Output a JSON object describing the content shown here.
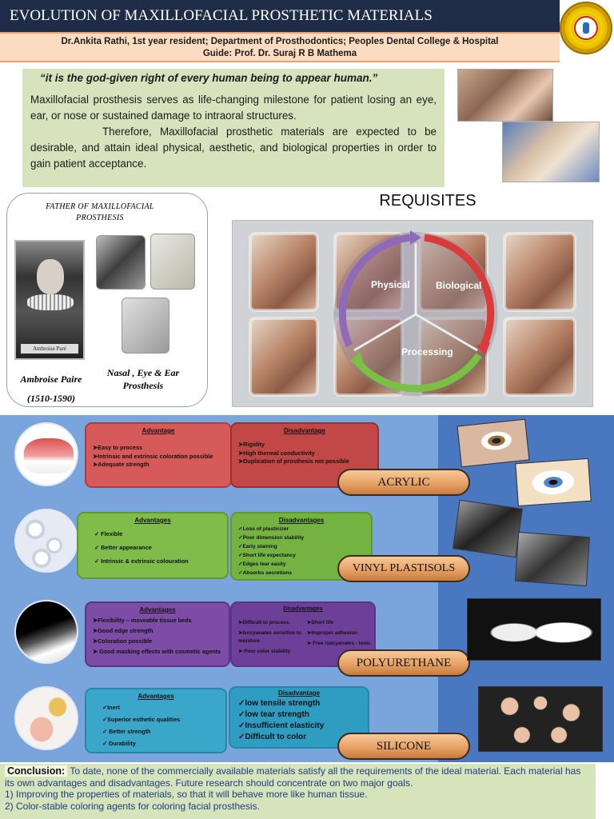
{
  "header": {
    "title": "EVOLUTION OF MAXILLOFACIAL PROSTHETIC MATERIALS",
    "authors_line": "Dr.Ankita Rathi, 1st year resident; Department of Prosthodontics; Peoples Dental College & Hospital",
    "guide_line": "Guide: Prof. Dr. Suraj R B Mathema"
  },
  "intro": {
    "quote": "“it is the god-given right of every human being to appear human.”",
    "paragraph1": "Maxillofacial prosthesis serves as life-changing milestone for patient losing an eye, ear, or nose or sustained damage to intraoral structures.",
    "paragraph2": "Therefore, Maxillofacial prosthetic materials are expected to be desirable, and attain ideal physical, aesthetic, and biological properties in order to gain patient acceptance."
  },
  "father": {
    "title": "FATHER OF MAXILLOFACIAL PROSTHESIS",
    "portrait_caption": "Ambroise Paré",
    "name": "Ambroise Paire",
    "years": "(1510-1590)",
    "prosthesis_caption": "Nasal , Eye & Ear Prosthesis"
  },
  "requisites": {
    "title": "REQUISITES",
    "physical": "Physical",
    "biological": "Biological",
    "processing": "Processing",
    "colors": {
      "physical": "#8e6ab8",
      "biological": "#d93a3a",
      "processing": "#7ac143"
    }
  },
  "materials": [
    {
      "name": "ACRYLIC",
      "adv_title": "Advantage",
      "advantages": [
        "Easy to process",
        "Intrinsic and extrinsic coloration possible",
        "Adequate strength"
      ],
      "dis_title": "Disadvantage",
      "disadvantages": [
        "Rigidity",
        "High thermal conductivity",
        "Duplication of prosthesis not possible"
      ]
    },
    {
      "name": "VINYL PLASTISOLS",
      "adv_title": "Advantages",
      "advantages": [
        "Flexible",
        "Better appearance",
        "Intrinsic & extrinsic colouration"
      ],
      "dis_title": "Disadvantages",
      "disadvantages": [
        "Loss of plasticizer",
        "Poor dimension stability",
        "Early staining",
        "Short life expectancy",
        "Edges tear easily",
        "Absorbs secretions"
      ]
    },
    {
      "name": "POLYURETHANE",
      "adv_title": "Advantages",
      "advantages": [
        "Flexibility – moveable tissue beds",
        "Good edge strength",
        "Coloration possible",
        "Good masking effects with cosmetic agents"
      ],
      "dis_title": "Disadvantages",
      "disadvantages_left": [
        "Difficult to process.",
        "Isocyanates sensitive to moisture",
        "Poor color stability"
      ],
      "disadvantages_right": [
        "Short life",
        "Improper adhesion",
        "Free isocyanates - toxic"
      ]
    },
    {
      "name": "SILICONE",
      "adv_title": "Advantages",
      "advantages": [
        "Inert",
        "Superior esthetic qualities",
        "Better strength",
        "Durability"
      ],
      "dis_title": "Disadvantage",
      "disadvantages": [
        "low tensile strength",
        "low tear strength",
        "Insufficient elasticity",
        "Difficult to color"
      ]
    }
  ],
  "conclusion": {
    "label": "Conclusion:",
    "text": "To date, none of the commercially available materials satisfy all the requirements of the ideal material. Each material has its own advantages and disadvantages. Future research should concentrate on two major goals.",
    "point1": "1) Improving the properties of materials, so that it will behave more like human tissue.",
    "point2": "2) Color-stable coloring agents for coloring facial prosthesis."
  }
}
